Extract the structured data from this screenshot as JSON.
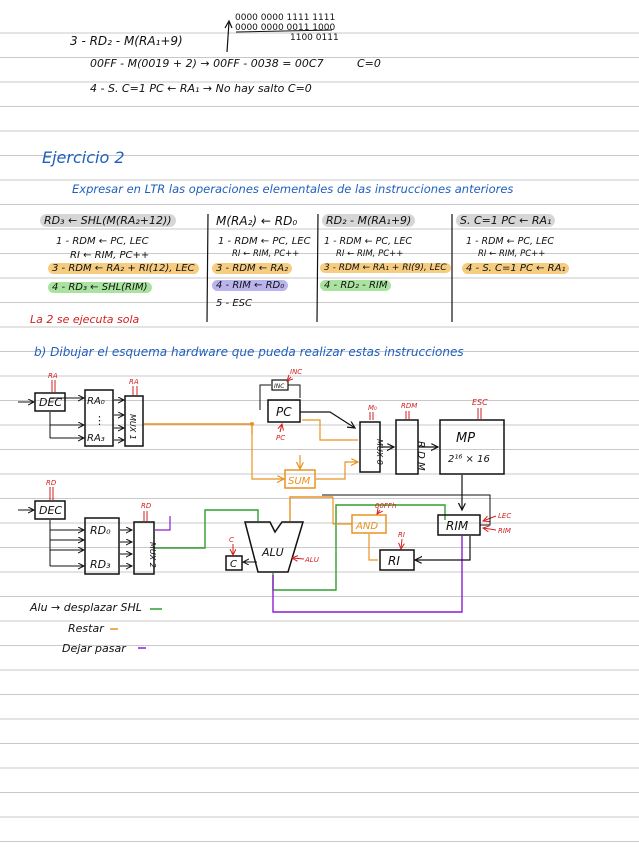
{
  "top": {
    "bits_row1": "0000 0000 1111 1111",
    "bits_row2": "0000 0000 0011 1000",
    "bits_row3": "1100 0111",
    "line3": "3 - RD₂ - M(RA₁+9)",
    "line3_calc": "00FF - M(0019 + 2) → 00FF - 0038 = 00C7",
    "line3_c": "C=0",
    "line4": "4 - S.  C=1   PC ← RA₁ → No hay salto   C=0"
  },
  "ejercicio": {
    "title": "Ejercicio 2",
    "subtitle": "Expresar en LTR las operaciones elementales de las instrucciones anteriores"
  },
  "columns": [
    {
      "header": "RD₃ ← SHL(M(RA₂+12))",
      "lines": [
        "1 - RDM ← PC, LEC",
        "RI ← RIM, PC++",
        "3 - RDM ← RA₂ + RI(12), LEC",
        "4 - RD₃ ← SHL(RIM)"
      ]
    },
    {
      "header": "M(RA₂) ← RD₀",
      "lines": [
        "1 - RDM ← PC, LEC",
        "RI ← RIM, PC++",
        "3 - RDM ← RA₂",
        "4 - RIM ← RD₀",
        "5 - ESC"
      ]
    },
    {
      "header": "RD₂ - M(RA₁+9)",
      "lines": [
        "1 - RDM ← PC, LEC",
        "RI ← RIM, PC++",
        "3 - RDM ← RA₁ + RI(9), LEC",
        "4 - RD₂ - RIM"
      ]
    },
    {
      "header": "S.  C=1   PC ← RA₁",
      "lines": [
        "1 - RDM ← PC, LEC",
        "RI ← RIM, PC++",
        "4 - S. C=1   PC ← RA₁"
      ]
    }
  ],
  "note": "La 2 se ejecuta sola",
  "partb": "b) Dibujar el esquema hardware que pueda realizar estas instrucciones",
  "diagram": {
    "dec": "DEC",
    "ra": "RA",
    "rd": "RD",
    "ra0": "RA₀",
    "ra3": "RA₃",
    "dots": "⋮",
    "mux1": "MUX 1",
    "mux2": "MUX 2",
    "rd0": "RD₀",
    "rd3": "RD₃",
    "inc": "INC",
    "pc": "PC",
    "rdm": "RDM",
    "rdm_box": "R D M",
    "esc": "ESC",
    "mux0": "MUX 0",
    "m0": "M₀",
    "mp": "MP",
    "mp_size": "2¹⁶ × 16",
    "sum": "SUM",
    "and": "AND",
    "and_const": "00FFh",
    "ri": "RI",
    "rim": "RIM",
    "lec": "LEC",
    "alu": "ALU",
    "c": "C"
  },
  "alu_notes": [
    {
      "text": "Alu → desplazar SHL",
      "color": "#2ea02e"
    },
    {
      "text": "Restar",
      "color": "#e8921f"
    },
    {
      "text": "Dejar pasar",
      "color": "#8a1fd0"
    }
  ]
}
